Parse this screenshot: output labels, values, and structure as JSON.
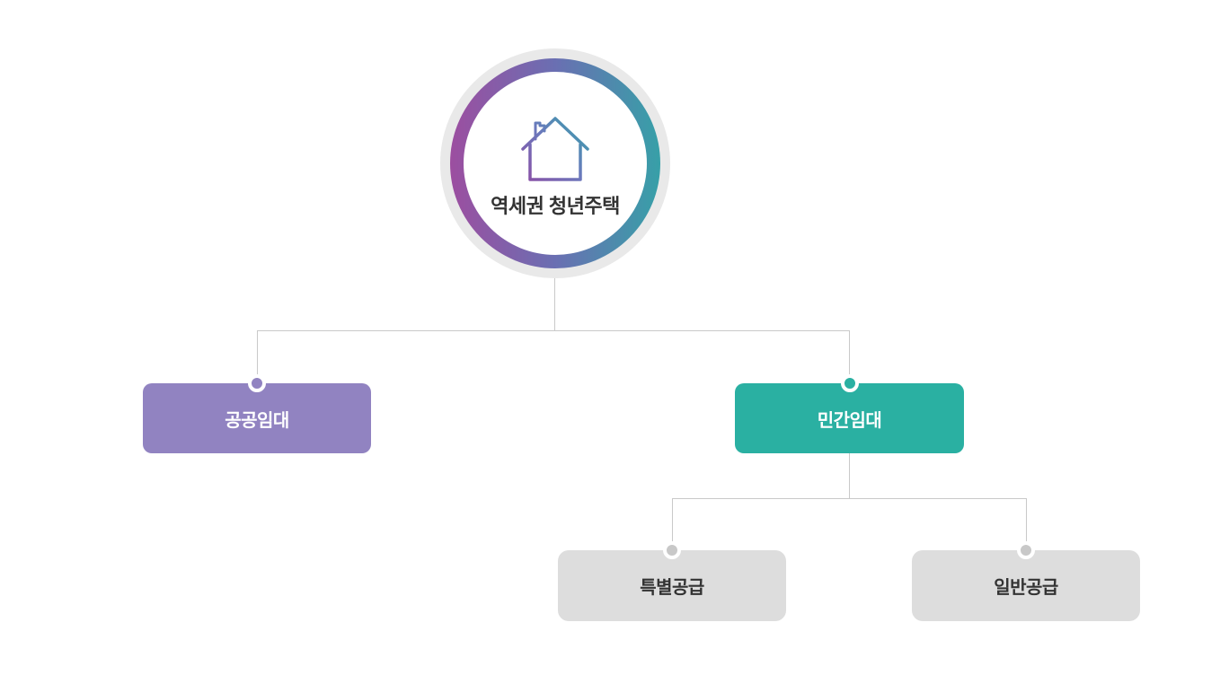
{
  "diagram": {
    "title_hint": "역세권 청년주택 공급 유형 조직도",
    "root": {
      "label": "역세권 청년주택",
      "icon": "house-icon",
      "ring_outer_color": "#e9e9e9",
      "ring_gradient_start": "#9c4ea0",
      "ring_gradient_end": "#37a0a8",
      "label_color": "#333333"
    },
    "level1": [
      {
        "id": "public-rental",
        "label": "공공임대",
        "color": "#9183c1",
        "text_color": "#ffffff",
        "dot_color": "#9183c1"
      },
      {
        "id": "private-rental",
        "label": "민간임대",
        "color": "#2ab0a2",
        "text_color": "#ffffff",
        "dot_color": "#2ab0a2"
      }
    ],
    "level2": [
      {
        "id": "special-supply",
        "label": "특별공급",
        "parent": "민간임대",
        "color": "#dddddd",
        "text_color": "#333333",
        "dot_color": "#c8c8c8"
      },
      {
        "id": "general-supply",
        "label": "일반공급",
        "parent": "민간임대",
        "color": "#dddddd",
        "text_color": "#333333",
        "dot_color": "#c8c8c8"
      }
    ],
    "line_color": "#c9c9c9",
    "background": "#ffffff"
  }
}
